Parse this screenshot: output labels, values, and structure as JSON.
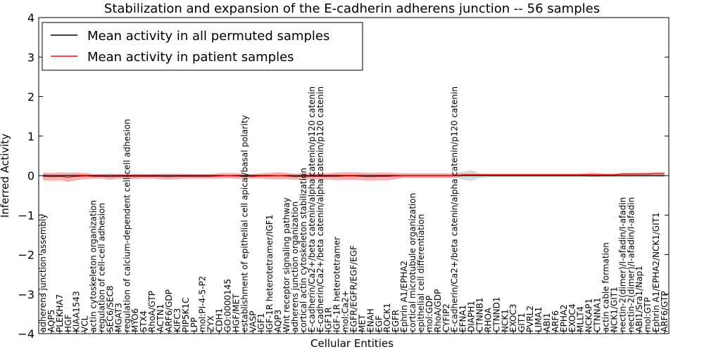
{
  "chart_data": {
    "type": "line",
    "title": "Stabilization and expansion of the E-cadherin adherens junction -- 56 samples",
    "xlabel": "Cellular Entities",
    "ylabel": "Inferred Activity",
    "ylim": [
      -4,
      4
    ],
    "yticks": [
      -4,
      -3,
      -2,
      -1,
      0,
      1,
      2,
      3,
      4
    ],
    "ytick_labels": [
      "−4",
      "−3",
      "−2",
      "−1",
      "0",
      "1",
      "2",
      "3",
      "4"
    ],
    "grid": false,
    "legend_placement": "top-left",
    "colors": {
      "permuted": "#000000",
      "patient": "#ff0000",
      "patient_band": "#f08080",
      "permuted_band": "#bfbfbf"
    },
    "categories": [
      "adherens junction assembly",
      "AQP5",
      "PLEKHA7",
      "HGF",
      "KIAA1543",
      "VCL",
      "actin cytoskeleton organization",
      "regulation of cell-cell adhesion",
      "SEC6/SEC8",
      "MGAT3",
      "regulation of calcium-dependent cell-cell adhesion",
      "MYO6",
      "STX4",
      "RhoA/GTP",
      "ACTN1",
      "ARF6/GDP",
      "KIFC3",
      "PIP5K1C",
      "LPP",
      "mol:PI-4-5-P2",
      "ZYX",
      "CDH1",
      "GO:0000145",
      "HGF/MET",
      "establishment of epithelial cell apical/basal polarity",
      "VASP",
      "IGF1",
      "IGF-1R heterotetramer/IGF1",
      "AQP3",
      "Wnt receptor signaling pathway",
      "adherens junction organization",
      "cortical actin cytoskeleton stabilization",
      "E-cadherin/Ca2+/beta catenin/alpha catenin/p120 catenin",
      "E-cadherin/Ca2+/beta catenin/alpha catenin/p120 catenin",
      "IGF1R",
      "IGF-1R heterotetramer",
      "mol:Ca2+",
      "EGFR/EGFR/EGF/EGF",
      "MET",
      "ENAH",
      "EGF",
      "ROCK1",
      "EGFR",
      "Ephrin A1/EPHA2",
      "cortical microtubule organization",
      "epithelial cell differentiation",
      "mol:GDP",
      "RhoA/GDP",
      "CYFIP2",
      "E-cadherin/Ca2+/beta catenin/alpha catenin/p120 catenin",
      "EFNA1",
      "DIAPH1",
      "CTNNB1",
      "RHOA",
      "CTNND1",
      "NCK1",
      "EXOC3",
      "GIT1",
      "PVRL2",
      "LIMA1",
      "ABI1",
      "ARF6",
      "EPHA2",
      "EXOC4",
      "MLLT4",
      "NCKAP1",
      "CTNNA1",
      "actin cable formation",
      "NCK1/GIT1",
      "nectin-2(dimer)/I-afadin/I-afadin",
      "nectin-2(dimer)/I-afadin/I-afadin",
      "ABI1/Sra1/Nap1",
      "mol:GTP",
      "Ephrin A1/EPHA2/NCK1/GIT1",
      "ARF6/GTP"
    ],
    "series": [
      {
        "name": "Mean activity in all permuted samples",
        "values": [
          0,
          0,
          0,
          0,
          0,
          0,
          0,
          0,
          0,
          0,
          0,
          0,
          0,
          0,
          0,
          0,
          0,
          0,
          0,
          0,
          0,
          0,
          0,
          0,
          0,
          0,
          0,
          0,
          0,
          0,
          0,
          0,
          0,
          0,
          0,
          0,
          0,
          0,
          0,
          0,
          0,
          0,
          0,
          0,
          0,
          0,
          0,
          0,
          0,
          0,
          0,
          0,
          0,
          0,
          0,
          0,
          0,
          0,
          0,
          0,
          0,
          0,
          0,
          0,
          0,
          0,
          0,
          0,
          0,
          0,
          0,
          0,
          0,
          0,
          0
        ]
      },
      {
        "name": "Mean activity in patient samples",
        "values": [
          -0.02,
          -0.03,
          -0.02,
          -0.04,
          -0.02,
          -0.01,
          -0.02,
          -0.02,
          -0.03,
          -0.02,
          -0.02,
          -0.02,
          -0.02,
          -0.02,
          -0.02,
          -0.03,
          -0.02,
          -0.02,
          -0.02,
          -0.02,
          -0.02,
          -0.01,
          0.0,
          -0.01,
          -0.02,
          -0.02,
          -0.01,
          -0.01,
          0.0,
          -0.01,
          -0.03,
          -0.02,
          -0.02,
          -0.02,
          -0.02,
          -0.02,
          -0.01,
          -0.01,
          -0.02,
          -0.03,
          -0.02,
          -0.02,
          -0.01,
          0.0,
          0.0,
          0.0,
          0.0,
          0.0,
          0.0,
          0.0,
          0.02,
          0.02,
          0.02,
          0.02,
          0.02,
          0.02,
          0.02,
          0.02,
          0.02,
          0.02,
          0.02,
          0.02,
          0.02,
          0.02,
          0.02,
          0.02,
          0.02,
          0.02,
          0.02,
          0.04,
          0.04,
          0.04,
          0.04,
          0.05,
          0.05
        ]
      }
    ],
    "patient_band_halfwidth": [
      0.1,
      0.1,
      0.1,
      0.12,
      0.1,
      0.08,
      0.06,
      0.06,
      0.08,
      0.06,
      0.06,
      0.07,
      0.06,
      0.06,
      0.07,
      0.08,
      0.07,
      0.06,
      0.06,
      0.06,
      0.06,
      0.07,
      0.07,
      0.07,
      0.06,
      0.06,
      0.07,
      0.08,
      0.09,
      0.08,
      0.08,
      0.08,
      0.08,
      0.08,
      0.08,
      0.1,
      0.1,
      0.1,
      0.1,
      0.1,
      0.1,
      0.1,
      0.08,
      0.06,
      0.06,
      0.06,
      0.06,
      0.06,
      0.06,
      0.06,
      0.03,
      0.03,
      0.03,
      0.03,
      0.03,
      0.03,
      0.03,
      0.03,
      0.03,
      0.03,
      0.03,
      0.03,
      0.03,
      0.03,
      0.03,
      0.05,
      0.05,
      0.03,
      0.03,
      0.03,
      0.03,
      0.04,
      0.04,
      0.04,
      0.04
    ],
    "permuted_band_halfwidth": [
      0.04,
      0.04,
      0.04,
      0.04,
      0.04,
      0.04,
      0.04,
      0.04,
      0.04,
      0.04,
      0.04,
      0.04,
      0.04,
      0.04,
      0.04,
      0.04,
      0.04,
      0.04,
      0.04,
      0.04,
      0.04,
      0.04,
      0.04,
      0.04,
      0.04,
      0.04,
      0.04,
      0.04,
      0.04,
      0.04,
      0.04,
      0.04,
      0.04,
      0.04,
      0.04,
      0.04,
      0.04,
      0.04,
      0.04,
      0.04,
      0.04,
      0.04,
      0.04,
      0.04,
      0.04,
      0.04,
      0.04,
      0.04,
      0.04,
      0.04,
      0.1,
      0.14,
      0.06,
      0.04,
      0.04,
      0.04,
      0.04,
      0.04,
      0.04,
      0.04,
      0.04,
      0.04,
      0.04,
      0.04,
      0.04,
      0.04,
      0.04,
      0.04,
      0.04,
      0.04,
      0.04,
      0.04,
      0.04,
      0.04,
      0.04
    ]
  }
}
